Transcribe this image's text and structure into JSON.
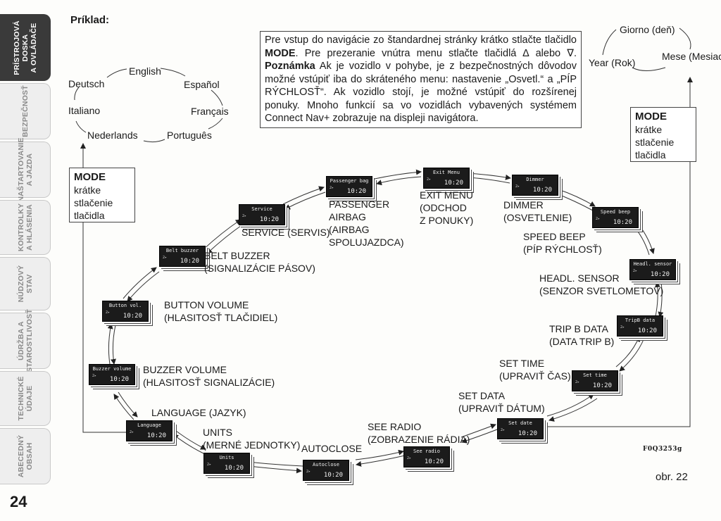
{
  "sidebar": {
    "tabs": [
      {
        "label": "PRÍSTROJOVÁ\nDOSKA\nA OVLÁDAČE",
        "active": true
      },
      {
        "label": "BEZPEČNOSŤ",
        "active": false
      },
      {
        "label": "NAŠTARTOVANIE\nA JAZDA",
        "active": false
      },
      {
        "label": "KONTROLKY\nA HLÁSENIA",
        "active": false
      },
      {
        "label": "NÚDZOVÝ\nSTAV",
        "active": false
      },
      {
        "label": "ÚDRŽBA A\nSTAROSTLIVOSŤ",
        "active": false
      },
      {
        "label": "TECHNICKÉ\nÚDAJE",
        "active": false
      },
      {
        "label": "ABECEDNÝ\nOBSAH",
        "active": false
      }
    ],
    "page_number": "24"
  },
  "example_label": "Príklad:",
  "languages": [
    "English",
    "Español",
    "Français",
    "Português",
    "Nederlands",
    "Italiano",
    "Deutsch"
  ],
  "date_cycle": {
    "day": "Giorno (deň)",
    "month": "Mese (Mesiac)",
    "year": "Year (Rok)"
  },
  "info_box": {
    "p1": "Pre vstup do navigácie zo štandardnej stránky krátko stlačte tlačidlo ",
    "mode": "MODE",
    "p2": ". Pre prezeranie vnútra menu stlačte tlačidlá ∆ alebo ∇. ",
    "note": "Poznámka",
    "p3": " Ak je vozidlo v pohybe, je z bezpečnostných dôvodov možné vstúpiť iba do skráteného menu: nastavenie „Osvetl.“ a „PÍP RÝCHLOSŤ“. Ak vozidlo stojí, je možné vstúpiť do rozšírenej ponuky. Mnoho funkcií sa vo vozidlách vybavených systémem Connect Nav+ zobrazuje na displeji navigátora."
  },
  "mode_box_left": {
    "title": "MODE",
    "line1": "krátke",
    "line2": "stlačenie",
    "line3": "tlačidla"
  },
  "mode_box_right": {
    "title": "MODE",
    "line1": "krátke",
    "line2": "stlačenie",
    "line3": "tlačidla"
  },
  "displays": [
    {
      "screen": "Exit Menu",
      "time": "10:20",
      "label1": "EXIT MENU",
      "label2": "(ODCHOD",
      "label3": "Z PONUKY)"
    },
    {
      "screen": "Dimmer",
      "time": "10:20",
      "label1": "DIMMER",
      "label2": "(OSVETLENIE)"
    },
    {
      "screen": "Speed beep",
      "time": "10:20",
      "label1": "SPEED BEEP",
      "label2": "(PÍP RÝCHLOSŤ)"
    },
    {
      "screen": "Headl. sensor",
      "time": "10:20",
      "label1": "HEADL. SENSOR",
      "label2": "(SENZOR SVETLOMETOV)"
    },
    {
      "screen": "TripB data",
      "time": "10:20",
      "label1": "TRIP B DATA",
      "label2": "(DATA TRIP B)"
    },
    {
      "screen": "Set time",
      "time": "10:20",
      "label1": "SET TIME",
      "label2": "(UPRAVIŤ ČAS)"
    },
    {
      "screen": "Set date",
      "time": "10:20",
      "label1": "SET DATA",
      "label2": "(UPRAVIŤ DÁTUM)"
    },
    {
      "screen": "See radio",
      "time": "10:20",
      "label1": "SEE RADIO",
      "label2": "(ZOBRAZENIE RÁDIA)"
    },
    {
      "screen": "Autoclose",
      "time": "10:20",
      "label1": "AUTOCLOSE"
    },
    {
      "screen": "Units",
      "time": "10:20",
      "label1": "UNITS",
      "label2": "(MERNÉ JEDNOTKY)"
    },
    {
      "screen": "Language",
      "time": "10:20",
      "label1": "LANGUAGE (JAZYK)"
    },
    {
      "screen": "Buzzer volume",
      "time": "10:20",
      "label1": "BUZZER VOLUME",
      "label2": "(HLASITOSŤ  SIGNALIZÁCIE)"
    },
    {
      "screen": "Button vol.",
      "time": "10:20",
      "label1": "BUTTON VOLUME",
      "label2": "(HLASITOSŤ TLAČIDIEL)"
    },
    {
      "screen": "Belt buzzer",
      "time": "10:20",
      "label1": "BELT BUZZER",
      "label2": "(SIGNALIZÁCIE PÁSOV)"
    },
    {
      "screen": "Service",
      "time": "10:20",
      "label1": "SERVICE (SERVIS)"
    },
    {
      "screen": "Passenger bag",
      "time": "10:20",
      "label1": "PASSENGER",
      "label2": "AIRBAG",
      "label3": "(AIRBAG",
      "label4": "SPOLUJAZDCA)"
    }
  ],
  "figure": {
    "code": "F0Q3253g",
    "caption": "obr. 22"
  }
}
